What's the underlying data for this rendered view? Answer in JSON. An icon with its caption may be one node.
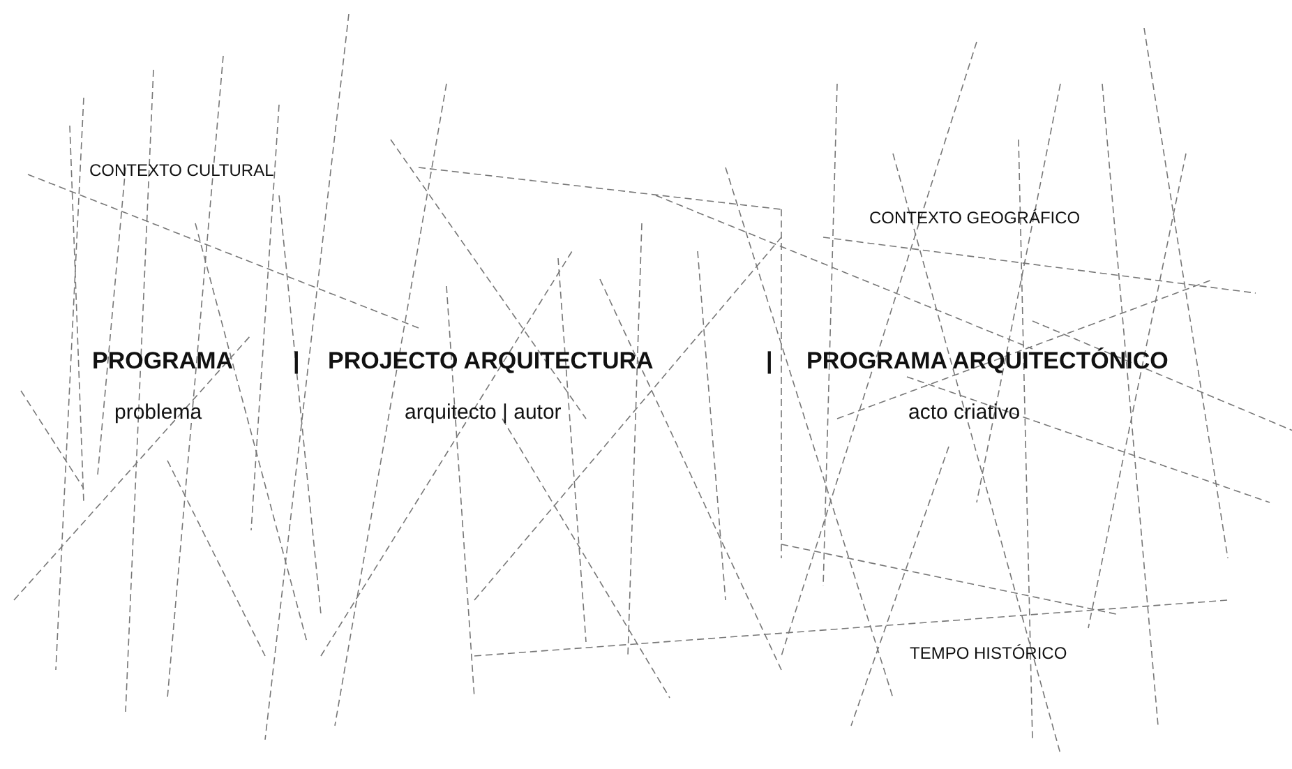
{
  "diagram": {
    "labels": [
      "CONTEXTO CULTURAL",
      "CONTEXTO GEOGRÁFICO",
      "PROGRAMA",
      "|",
      "PROJECTO ARQUITECTURA",
      "|",
      "PROGRAMA ARQUITECTÓNICO",
      "problema",
      "arquitecto | autor",
      "acto criativo",
      "TEMPO HISTÓRICO"
    ]
  }
}
